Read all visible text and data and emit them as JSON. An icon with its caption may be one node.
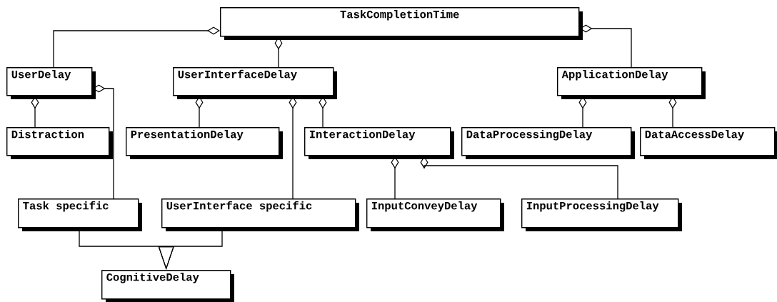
{
  "diagram": {
    "nodes": [
      {
        "text": [
          "TaskCompletionTime"
        ]
      },
      {
        "text": [
          "UserDelay"
        ]
      },
      {
        "text": [
          "UserInterfaceDelay"
        ]
      },
      {
        "text": [
          "ApplicationDelay"
        ]
      },
      {
        "text": [
          "Distraction"
        ]
      },
      {
        "text": [
          "PresentationDelay"
        ]
      },
      {
        "text": [
          "InteractionDelay"
        ]
      },
      {
        "text": [
          "DataProcessingDelay"
        ]
      },
      {
        "text": [
          "DataAccessDelay"
        ]
      },
      {
        "text": [
          "Task specific"
        ]
      },
      {
        "text": [
          "UserInterface specific"
        ]
      },
      {
        "text": [
          "InputConveyDelay"
        ]
      },
      {
        "text": [
          "InputProcessingDelay"
        ]
      },
      {
        "text": [
          "CognitiveDelay"
        ]
      }
    ],
    "edges": [
      {
        "from": 0,
        "to": 1,
        "arrow": "other"
      },
      {
        "from": 0,
        "to": 2,
        "arrow": "other"
      },
      {
        "from": 0,
        "to": 3,
        "arrow": "other"
      },
      {
        "from": 1,
        "to": 4,
        "arrow": "other"
      },
      {
        "from": 1,
        "to": 9,
        "arrow": "other"
      },
      {
        "from": 2,
        "to": 5,
        "arrow": "other"
      },
      {
        "from": 2,
        "to": 10,
        "arrow": "other"
      },
      {
        "from": 2,
        "to": 6,
        "arrow": "other"
      },
      {
        "from": 3,
        "to": 7,
        "arrow": "other"
      },
      {
        "from": 3,
        "to": 8,
        "arrow": "other"
      },
      {
        "from": 6,
        "to": 11,
        "arrow": "other"
      },
      {
        "from": 6,
        "to": 12,
        "arrow": "other"
      },
      {
        "from": 9,
        "to": 13,
        "arrow": "to"
      },
      {
        "from": 10,
        "to": 13,
        "arrow": "to"
      }
    ]
  }
}
